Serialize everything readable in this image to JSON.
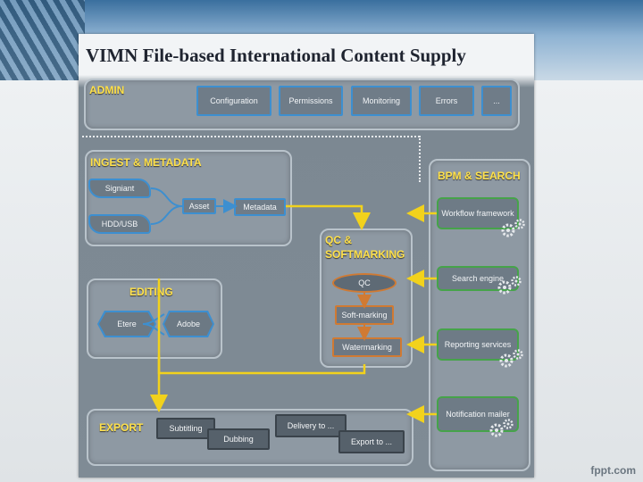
{
  "title": "VIMN File-based International Content Supply",
  "watermark": "fppt.com",
  "admin": {
    "label": "ADMIN",
    "items": [
      "Configuration",
      "Permissions",
      "Monitoring",
      "Errors",
      "..."
    ]
  },
  "ingest": {
    "label": "INGEST & METADATA",
    "sources": [
      "Signiant",
      "HDD/USB"
    ],
    "asset": "Asset",
    "metadata": "Metadata"
  },
  "qc": {
    "label_line1": "QC &",
    "label_line2": "SOFTMARKING",
    "steps": [
      "QC",
      "Soft-marking",
      "Watermarking"
    ]
  },
  "editing": {
    "label": "EDITING",
    "left": "Etere",
    "right": "Adobe"
  },
  "bpm": {
    "label": "BPM & SEARCH",
    "items": [
      "Workflow framework",
      "Search engine",
      "Reporting services",
      "Notification mailer"
    ]
  },
  "export": {
    "label": "EXPORT",
    "items": [
      "Subtitling",
      "Dubbing",
      "Delivery to ...",
      "Export to ..."
    ]
  },
  "colors": {
    "label_yellow": "#ffe14a",
    "connector_yellow": "#f2d21c",
    "border_blue": "#3d8fd0",
    "border_orange": "#d07a33",
    "border_green": "#46a34a"
  }
}
